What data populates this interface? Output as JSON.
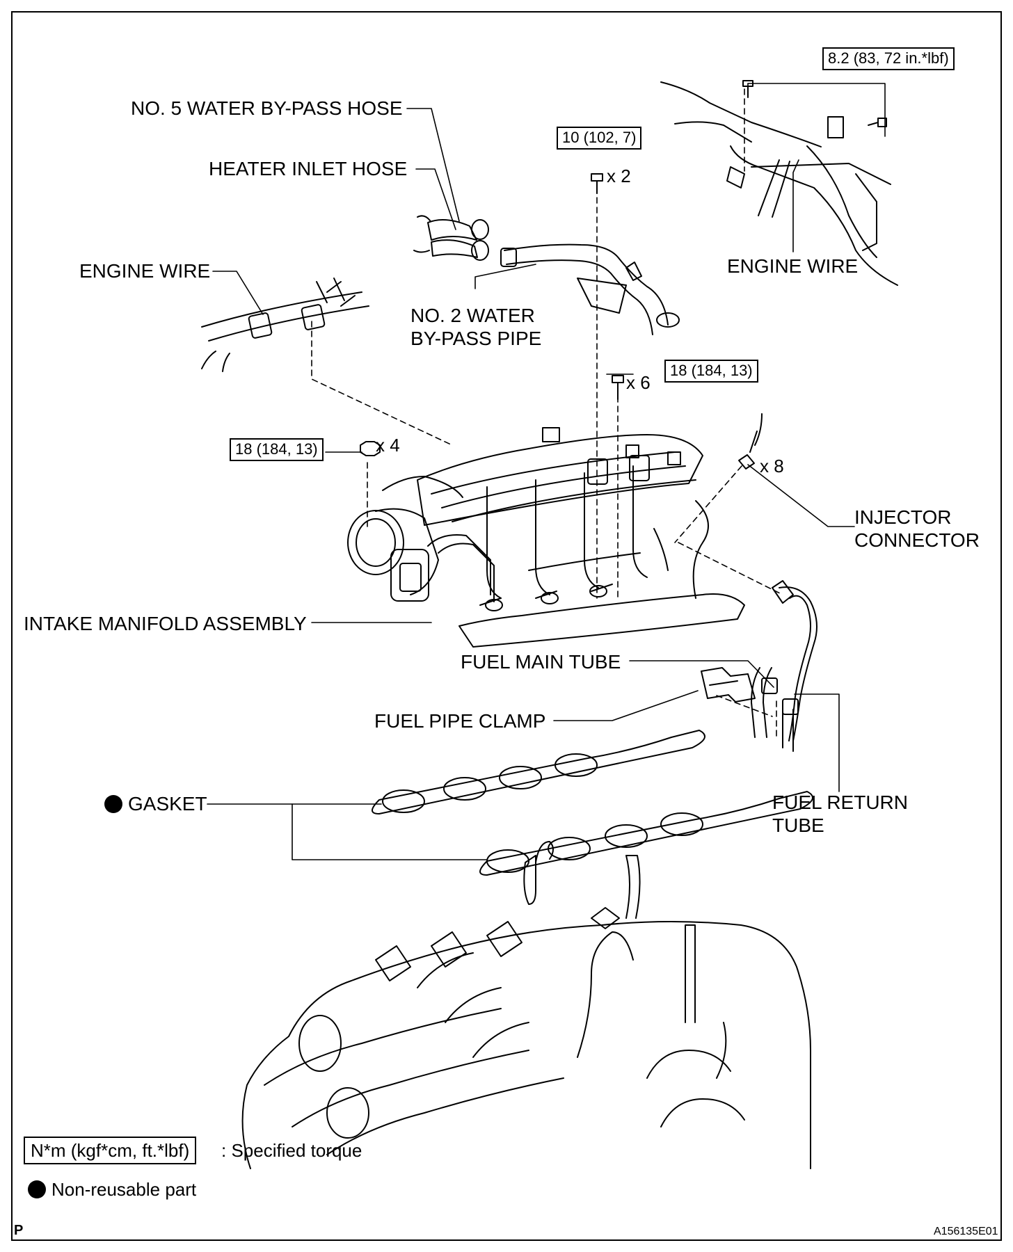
{
  "labels": {
    "water_bypass_hose": "NO. 5 WATER BY-PASS HOSE",
    "heater_inlet_hose": "HEATER INLET HOSE",
    "engine_wire_left": "ENGINE WIRE",
    "engine_wire_right": "ENGINE WIRE",
    "bypass_pipe_line1": "NO. 2 WATER",
    "bypass_pipe_line2": "BY-PASS PIPE",
    "injector_line1": "INJECTOR",
    "injector_line2": "CONNECTOR",
    "intake_manifold": "INTAKE MANIFOLD ASSEMBLY",
    "fuel_main_tube": "FUEL MAIN TUBE",
    "fuel_pipe_clamp": "FUEL PIPE CLAMP",
    "gasket": "GASKET",
    "fuel_return_line1": "FUEL RETURN",
    "fuel_return_line2": "TUBE"
  },
  "torques": {
    "engine_wire_bolts": "8.2 (83, 72 in.*lbf)",
    "bypass_pipe_bolts": "10 (102, 7)",
    "manifold_bolts": "18 (184, 13)",
    "manifold_nuts": "18 (184, 13)"
  },
  "multipliers": {
    "bypass_pipe_bolts": "x 2",
    "manifold_bolts": "x 6",
    "manifold_nuts": "x 4",
    "injector_connectors": "x 8"
  },
  "legend": {
    "torque_unit": "N*m (kgf*cm, ft.*lbf)",
    "torque_desc": ": Specified torque",
    "nonreusable": "Non-reusable part"
  },
  "footer": {
    "corner_mark": "P",
    "figure_id": "A156135E01"
  },
  "icons": [
    "bolt-icon",
    "nut-icon",
    "nonreusable-dot-icon"
  ]
}
